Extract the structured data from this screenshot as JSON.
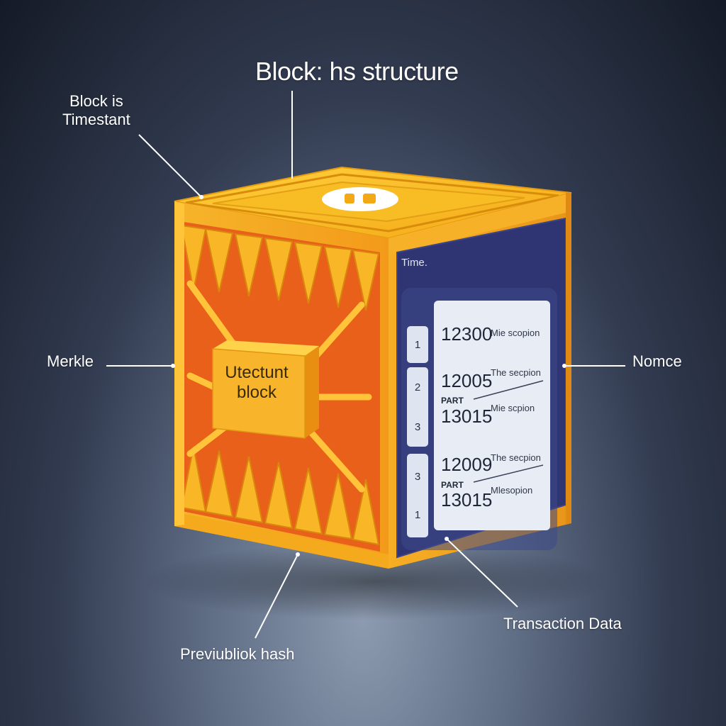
{
  "title": "Block: hs structure",
  "callouts": {
    "timestamp_line1": "Block is",
    "timestamp_line2": "Timestant",
    "merkle": "Merkle",
    "nonce": "Nomce",
    "prev_hash": "Previubliok hash",
    "transaction_data": "Transaction Data"
  },
  "block": {
    "center_label_line1": "Utectunt",
    "center_label_line2": "block",
    "logo_icon": "bitcoin-logo"
  },
  "panel": {
    "time_label": "Time.",
    "groups": [
      {
        "row_numbers": [
          "1"
        ],
        "entries": [
          {
            "value": "12300",
            "desc": "Mie scopion"
          }
        ]
      },
      {
        "row_numbers": [
          "2",
          "3"
        ],
        "part_label": "PART",
        "entries": [
          {
            "value": "12005",
            "desc": "The secpion"
          },
          {
            "value": "13015",
            "desc": "Mie scpion"
          }
        ]
      },
      {
        "row_numbers": [
          "3",
          "1"
        ],
        "part_label": "PART",
        "entries": [
          {
            "value": "12009",
            "desc": "The secpion"
          },
          {
            "value": "13015",
            "desc": "Mlesopion"
          }
        ]
      }
    ]
  },
  "colors": {
    "block_yellow": "#f4b526",
    "block_orange": "#e8631c",
    "panel_navy": "#2f3572",
    "card_light": "#e8edf5"
  }
}
